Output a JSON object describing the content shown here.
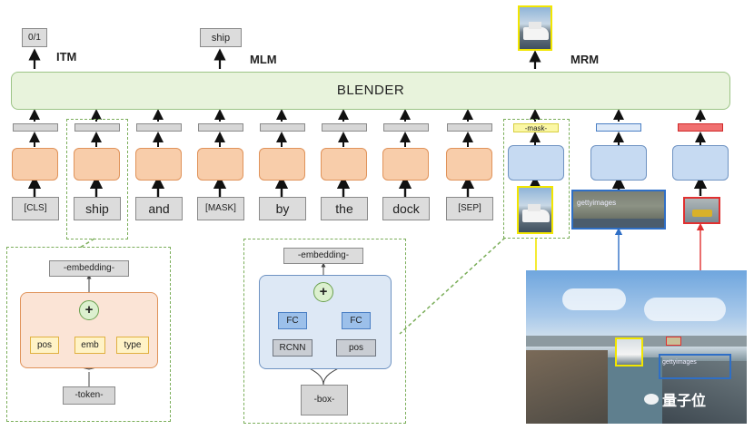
{
  "heads": {
    "itm": {
      "title": "ITM",
      "output": "0/1"
    },
    "mlm": {
      "title": "MLM",
      "output": "ship"
    },
    "mrm": {
      "title": "MRM"
    }
  },
  "blender": "BLENDER",
  "tokens": [
    "[CLS]",
    "ship",
    "and",
    "[MASK]",
    "by",
    "the",
    "dock",
    "[SEP]"
  ],
  "mask_label": "-mask-",
  "text_embed": {
    "title": "-embedding-",
    "plus": "+",
    "inputs": [
      "pos",
      "emb",
      "type"
    ],
    "source": "-token-"
  },
  "image_embed": {
    "title": "-embedding-",
    "plus": "+",
    "fc_left": "FC",
    "fc_right": "FC",
    "rcnn": "RCNN",
    "pos": "pos",
    "source": "-box-"
  },
  "watermark": {
    "getty": "gettyimages",
    "logo_text": "量子位"
  },
  "colors": {
    "orange_fill": "#f8cdaa",
    "blue_fill": "#c6daf2",
    "blender_fill": "#e8f3dc",
    "dashed_green": "#7bae5a",
    "yellow_region": "#f2e600",
    "blue_region": "#2f6fc6",
    "red_region": "#e03030"
  }
}
